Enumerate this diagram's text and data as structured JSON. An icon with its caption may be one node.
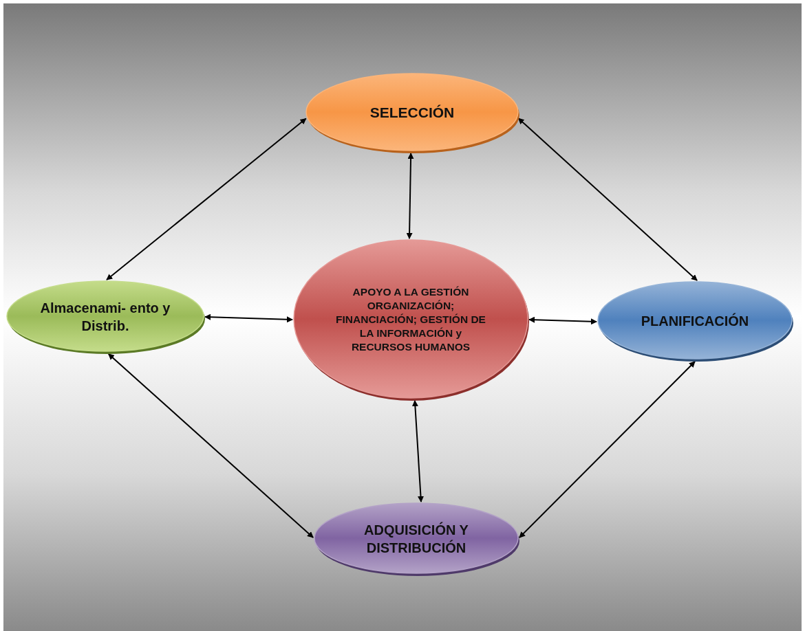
{
  "diagram": {
    "nodes": [
      {
        "text": [
          "SELECCIÓN"
        ]
      },
      {
        "text": [
          "Almacenami- ento y Distrib."
        ]
      },
      {
        "text": [
          "APOYO A LA GESTIÓN ORGANIZACIÓN; FINANCIACIÓN; GESTIÓN DE LA INFORMACIÓN y RECURSOS HUMANOS"
        ]
      },
      {
        "text": [
          "PLANIFICACIÓN"
        ]
      },
      {
        "text": [
          "ADQUISICIÓN Y DISTRIBUCIÓN"
        ]
      }
    ],
    "edges": [
      {
        "from": 0,
        "to": 1,
        "arrow": "both"
      },
      {
        "from": 0,
        "to": 2,
        "arrow": "both"
      },
      {
        "from": 0,
        "to": 3,
        "arrow": "both"
      },
      {
        "from": 1,
        "to": 2,
        "arrow": "both"
      },
      {
        "from": 2,
        "to": 3,
        "arrow": "both"
      },
      {
        "from": 1,
        "to": 4,
        "arrow": "both"
      },
      {
        "from": 2,
        "to": 4,
        "arrow": "both"
      },
      {
        "from": 3,
        "to": 4,
        "arrow": "both"
      }
    ]
  }
}
